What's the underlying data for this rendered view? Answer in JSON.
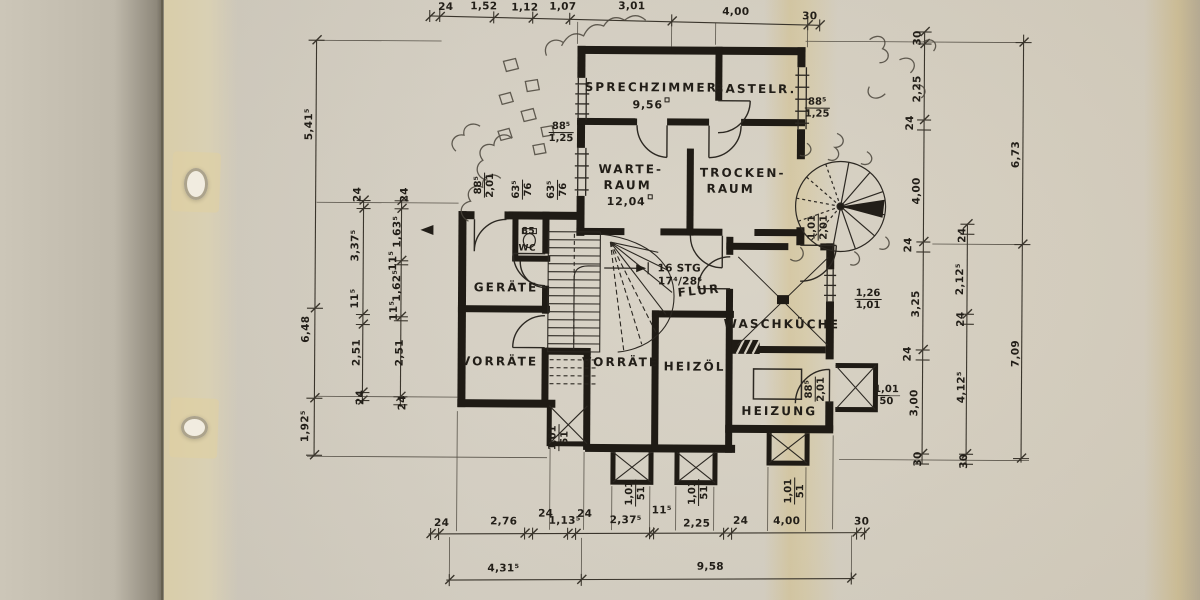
{
  "document": {
    "type": "Kellergeschoss-Bauplan (gescannte Bauzeichnung)"
  },
  "colors": {
    "ink": "#221e18",
    "paper": "#d5cfc2",
    "tape_band": "#d9cda9",
    "backing": "#c6c0b2"
  },
  "rooms": {
    "sprechzimmer": {
      "name": "SPRECHZIMMER",
      "area": "9,56"
    },
    "bastelraum": {
      "name": "BASTELR."
    },
    "warteraum": {
      "line1": "WARTE-",
      "line2": "RAUM",
      "area": "12,04"
    },
    "trockenraum": {
      "line1": "TROCKEN-",
      "line2": "RAUM"
    },
    "geraete": {
      "name": "GERÄTE"
    },
    "vorraete_links": {
      "name": "VORRÄTE"
    },
    "vorraete_mitte": {
      "name": "VORRÄTE"
    },
    "heizoel": {
      "name": "HEIZÖL"
    },
    "waschkueche": {
      "name": "WASCHKÜCHE"
    },
    "heizung": {
      "name": "HEIZUNG"
    },
    "flur": {
      "name": "FLUR"
    },
    "wc": {
      "name": "WC",
      "note": "85"
    }
  },
  "stair": {
    "steps_label": "16 STG",
    "rise_run": "17⁴/28⁶"
  },
  "openings": {
    "window_left": {
      "w": "88⁵",
      "h": "1,25"
    },
    "door_entry": {
      "w": "88⁵",
      "h": "2,01"
    },
    "window_wc_a": {
      "w": "63⁵",
      "h": "76"
    },
    "window_wc_b": {
      "w": "63⁵",
      "h": "76"
    },
    "window_top_right": {
      "w": "88⁵",
      "h": "1,25"
    },
    "door_spiral": {
      "w": "1,01",
      "h": "2,01"
    },
    "window_waschkueche": {
      "w": "1,26",
      "h": "1,01"
    },
    "door_heizung": {
      "w": "88⁵",
      "h": "2,01"
    },
    "well_right": {
      "w": "1,01",
      "h": "50"
    },
    "well_a": {
      "w": "1,01",
      "h": "51"
    },
    "well_b": {
      "w": "1,01",
      "h": "51"
    },
    "well_c": {
      "w": "1,01",
      "h": "51"
    },
    "well_d": {
      "w": "1,01",
      "h": "51"
    }
  },
  "dims": {
    "top": [
      "24",
      "1,52",
      "1,12",
      "1,07",
      "3,01",
      "4,00",
      "30"
    ],
    "bottom": [
      "24",
      "2,76",
      "24",
      "1,13⁵",
      "24",
      "2,37⁵",
      "11⁵",
      "2,25",
      "24",
      "4,00",
      "30"
    ],
    "bottom_total": [
      "4,31⁵",
      "9,58"
    ],
    "left_outer": [
      "5,41⁵",
      "6,48",
      "1,92⁵"
    ],
    "left_mid": [
      "24",
      "3,37⁵",
      "11⁵",
      "2,51",
      "24"
    ],
    "left_inner": [
      "24",
      "1,63⁵",
      "11⁵",
      "1,62⁵",
      "11⁵",
      "2,51",
      "24"
    ],
    "right_inner": [
      "30",
      "2,25",
      "24",
      "4,00",
      "24",
      "3,25",
      "24",
      "3,00",
      "30"
    ],
    "right_mid": [
      "24",
      "2,12⁵",
      "24",
      "4,12⁵",
      "30"
    ],
    "right_outer": [
      "6,73",
      "7,09"
    ]
  }
}
